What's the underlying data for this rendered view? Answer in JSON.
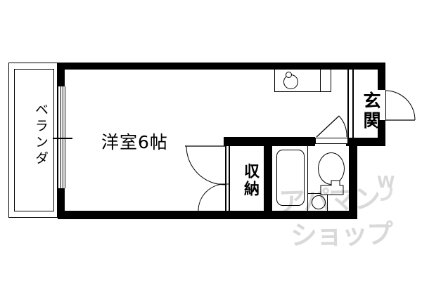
{
  "plan": {
    "veranda_label": "ベランダ",
    "main_room_label": "洋室6帖",
    "entrance_label": "玄関",
    "closet_label": "収納"
  },
  "watermark": {
    "line1": "アパマン",
    "line2": "ショップ",
    "logo_letter": "W",
    "color": "#d9d9d9"
  },
  "colors": {
    "wall": "#000000",
    "background": "#ffffff"
  }
}
